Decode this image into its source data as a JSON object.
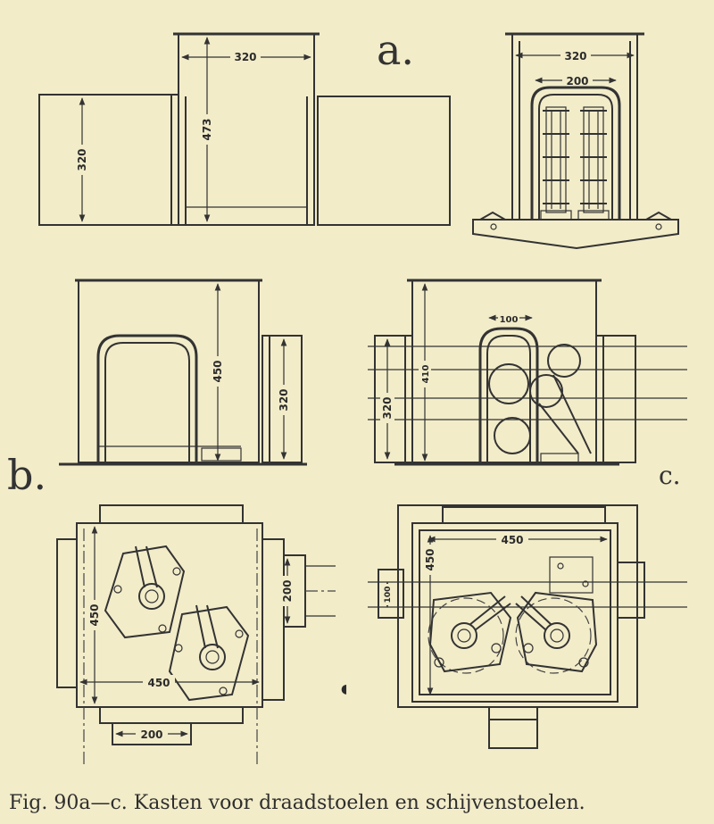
{
  "labels": {
    "a": "a.",
    "b": "b.",
    "c": "c."
  },
  "dimensions": {
    "a_front_width": "320",
    "a_front_height": "473",
    "a_front_side_height": "320",
    "a_side_width": "320",
    "a_side_inner_width": "200",
    "b_front_height": "450",
    "b_front_side": "320",
    "b_plan_width": "450",
    "b_plan_height": "450",
    "b_plan_side": "200",
    "b_plan_bottom": "200",
    "c_front_top": "100",
    "c_front_height": "410",
    "c_front_side": "320",
    "c_plan_width": "450",
    "c_plan_height": "450",
    "c_plan_side": "100"
  },
  "caption": "Fig. 90a—c. Kasten voor draadstoelen en schijvenstoelen."
}
